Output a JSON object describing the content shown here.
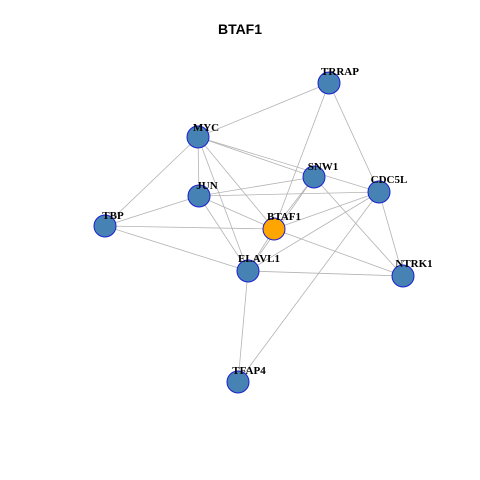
{
  "title": "BTAF1",
  "colors": {
    "node_default": "#4682b4",
    "node_focus": "#ffa500",
    "node_border": "#1a1fd0",
    "edge": "#b3b3b3"
  },
  "nodes": [
    {
      "id": "TRRAP",
      "label": "TRRAP",
      "focus": false
    },
    {
      "id": "MYC",
      "label": "MYC",
      "focus": false
    },
    {
      "id": "SNW1",
      "label": "SNW1",
      "focus": false
    },
    {
      "id": "CDC5L",
      "label": "CDC5L",
      "focus": false
    },
    {
      "id": "JUN",
      "label": "JUN",
      "focus": false
    },
    {
      "id": "TBP",
      "label": "TBP",
      "focus": false
    },
    {
      "id": "BTAF1",
      "label": "BTAF1",
      "focus": true
    },
    {
      "id": "ELAVL1",
      "label": "ELAVL1",
      "focus": false
    },
    {
      "id": "NTRK1",
      "label": "NTRK1",
      "focus": false
    },
    {
      "id": "TFAP4",
      "label": "TFAP4",
      "focus": false
    }
  ],
  "edges": [
    [
      "TRRAP",
      "MYC"
    ],
    [
      "TRRAP",
      "CDC5L"
    ],
    [
      "TRRAP",
      "BTAF1"
    ],
    [
      "MYC",
      "SNW1"
    ],
    [
      "MYC",
      "CDC5L"
    ],
    [
      "MYC",
      "JUN"
    ],
    [
      "MYC",
      "TBP"
    ],
    [
      "MYC",
      "BTAF1"
    ],
    [
      "MYC",
      "ELAVL1"
    ],
    [
      "SNW1",
      "JUN"
    ],
    [
      "SNW1",
      "BTAF1"
    ],
    [
      "SNW1",
      "ELAVL1"
    ],
    [
      "SNW1",
      "NTRK1"
    ],
    [
      "CDC5L",
      "JUN"
    ],
    [
      "CDC5L",
      "BTAF1"
    ],
    [
      "CDC5L",
      "ELAVL1"
    ],
    [
      "CDC5L",
      "NTRK1"
    ],
    [
      "CDC5L",
      "TFAP4"
    ],
    [
      "JUN",
      "TBP"
    ],
    [
      "JUN",
      "BTAF1"
    ],
    [
      "JUN",
      "ELAVL1"
    ],
    [
      "TBP",
      "BTAF1"
    ],
    [
      "TBP",
      "ELAVL1"
    ],
    [
      "BTAF1",
      "ELAVL1"
    ],
    [
      "BTAF1",
      "NTRK1"
    ],
    [
      "ELAVL1",
      "NTRK1"
    ],
    [
      "ELAVL1",
      "TFAP4"
    ]
  ]
}
